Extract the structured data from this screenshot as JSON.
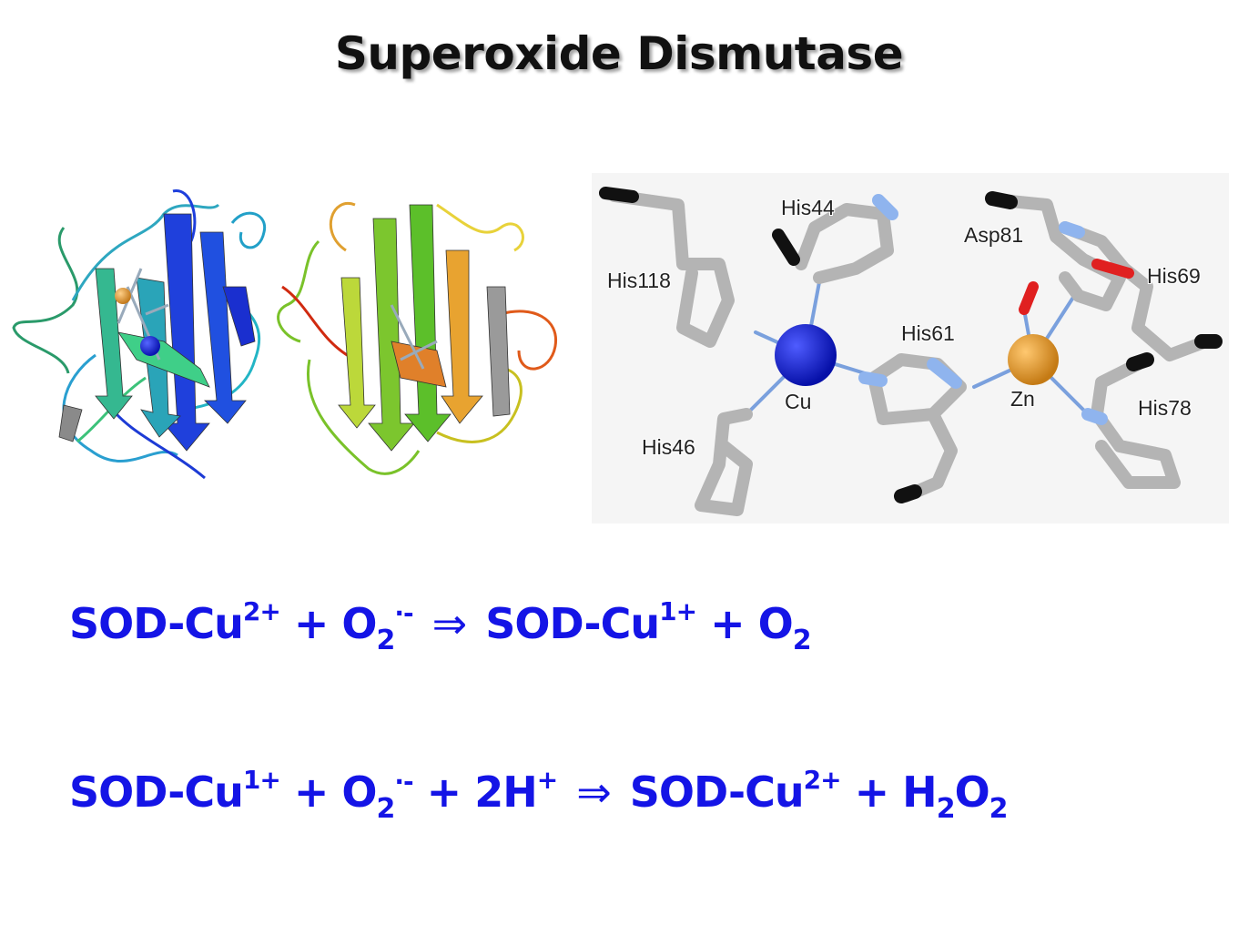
{
  "title": "Superoxide Dismutase",
  "labels": {
    "his44": "His44",
    "his118": "His118",
    "asp81": "Asp81",
    "his69": "His69",
    "his61": "His61",
    "cu": "Cu",
    "zn": "Zn",
    "his78": "His78",
    "his46": "His46"
  },
  "equations": {
    "eq1": {
      "a": "SOD-Cu",
      "a_charge": "2+",
      "plus1": " + O",
      "sub1": "2",
      "rad1": "·-",
      "arrow": "⇒",
      "b": "SOD-Cu",
      "b_charge": "1+",
      "plus2": " + O",
      "sub2": "2"
    },
    "eq2": {
      "a": "SOD-Cu",
      "a_charge": "1+",
      "plus1": " + O",
      "sub1": "2",
      "rad1": "·-",
      "plus_h": " + 2H",
      "h_charge": "+",
      "arrow": "⇒",
      "b": "SOD-Cu",
      "b_charge": "2+",
      "plus2": " + H",
      "sub_h": "2",
      "o": "O",
      "sub2": "2"
    }
  },
  "colors": {
    "equation_text": "#1414e6",
    "copper_atom": "#0a1fc0",
    "zinc_atom": "#e0962a",
    "bond_gray": "#b4b4b4",
    "nitrogen_blue": "#8fb4ee",
    "oxygen_red": "#e02020"
  }
}
